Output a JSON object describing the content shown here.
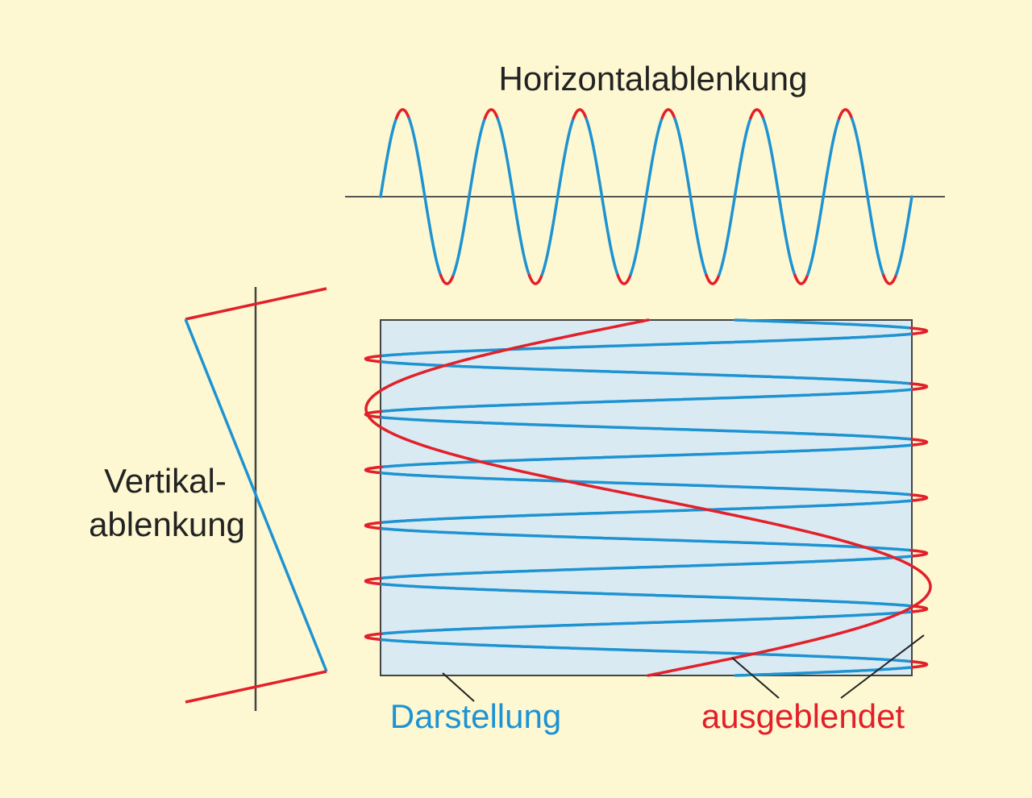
{
  "labels": {
    "horizontal_title": "Horizontalablenkung",
    "vertical_line1": "Vertikal-",
    "vertical_line2": "ablenkung",
    "shown": "Darstellung",
    "blanked": "ausgeblendet"
  },
  "colors": {
    "background": "#fdf8d2",
    "visible_trace": "#1e93d2",
    "blanked_trace": "#e2202a",
    "screen_fill": "#d9eaf2",
    "outline": "#444444",
    "text": "#222222"
  },
  "diagram": {
    "horizontal_cycles": 6,
    "screen_lines": 6
  }
}
